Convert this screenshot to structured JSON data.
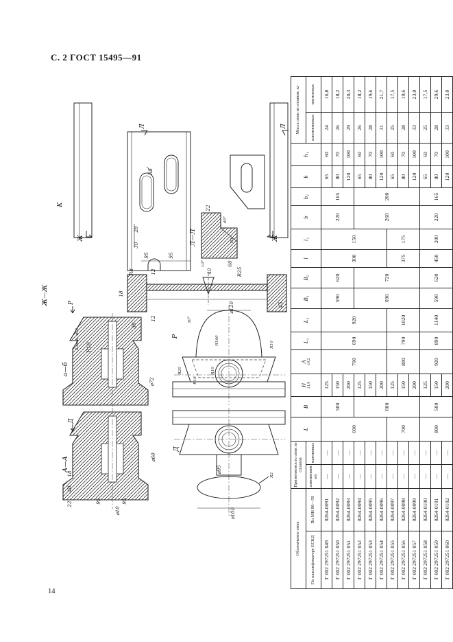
{
  "page": {
    "header": "С. 2 ГОСТ 15495—91",
    "page_number": "14"
  },
  "drawings": {
    "view_labels": {
      "k": "К",
      "zh": "Ж—Ж",
      "ll": "Л—Л",
      "ab": "а—б",
      "aa": "А—А",
      "r": "Р",
      "d": "Д"
    },
    "markers": {
      "zh1": "Ж",
      "zh2": "Ж",
      "l1": "Л",
      "l2": "Л",
      "r": "Р",
      "d": "Д"
    },
    "dims": {
      "k": [
        "R5",
        "95",
        "95",
        "28",
        "30"
      ],
      "zh": [
        "R8",
        "12",
        "40",
        "R25",
        "18",
        "45",
        "12"
      ],
      "ll": [
        "22",
        "45°",
        "R3",
        "60",
        "10°"
      ],
      "ab": [
        "⌀72",
        "R10",
        "36",
        "2 отв. ⌀10"
      ],
      "aa": [
        "22",
        "40",
        "18",
        "95",
        "95",
        "⌀60",
        "⌀10"
      ],
      "r": [
        "⌀120",
        "R160",
        "R10",
        "R20",
        "R18",
        "30°",
        "R10"
      ],
      "d": [
        "⌀95",
        "⌀100",
        "R2"
      ]
    }
  },
  "table": {
    "header": {
      "group1": "Обозначение опок",
      "group1a": "По классификатору ЕСКД",
      "group1b": "По МН 80—59",
      "group2": "Применяемость опок из сплавов",
      "group2a": "алюминиевых",
      "group2b": "магниевых",
      "dims": [
        {
          "l": "L"
        },
        {
          "l": "B"
        },
        {
          "l": "H",
          "t": "±1,0"
        },
        {
          "l": "A",
          "t": "±0,2"
        },
        {
          "l": "L₁"
        },
        {
          "l": "L₂"
        },
        {
          "l": "B₁"
        },
        {
          "l": "B₂"
        },
        {
          "l": "l"
        },
        {
          "l": "l₁"
        },
        {
          "l": "b"
        },
        {
          "l": "b₁"
        },
        {
          "l": "h"
        },
        {
          "l": "h₁"
        }
      ],
      "group3": "Масса опок из сплавов, кг",
      "group3a": "алюминиевых",
      "group3b": "магниевых"
    },
    "col_order": [
      "eskd",
      "mn",
      "app_alum",
      "app_magn",
      "L",
      "B",
      "H",
      "A",
      "L1",
      "L2",
      "B1",
      "B2",
      "l",
      "l1",
      "b",
      "b1",
      "h",
      "h1",
      "mass_alum",
      "mass_magn"
    ],
    "body": {
      "eskd": [
        "Г 002 297251 049",
        "Г 002 297251 050",
        "Г 002 297251 051",
        "Г 002 297251 052",
        "Г 002 297251 053",
        "Г 002 297251 054",
        "Г 002 297251 055",
        "Г 002 297251 056",
        "Г 002 297251 057",
        "Г 002 297251 058",
        "Г 002 297251 059",
        "Г 002 297251 060"
      ],
      "mn": [
        "0264-0091",
        "0264-0092",
        "0264-0093",
        "0264-0094",
        "0264-0095",
        "0264-0096",
        "0264-0097",
        "0264-0098",
        "0264-0099",
        "0264-0100",
        "0264-0101",
        "0264-0102"
      ],
      "app_alum": [
        "—",
        "—",
        "—",
        "—",
        "—",
        "—",
        "—",
        "—",
        "—",
        "—",
        "—",
        "—"
      ],
      "app_magn": [
        "—",
        "—",
        "—",
        "—",
        "—",
        "—",
        "—",
        "—",
        "—",
        "—",
        "—",
        "—"
      ],
      "L": [
        {
          "v": "600",
          "s": 6
        },
        {
          "v": "700",
          "s": 3
        },
        {
          "v": "800",
          "s": 3
        }
      ],
      "B": [
        {
          "v": "500",
          "s": 3
        },
        {
          "v": "600",
          "s": 6
        },
        {
          "v": "500",
          "s": 3
        }
      ],
      "H": [
        "125",
        "150",
        "200",
        "125",
        "150",
        "200",
        "125",
        "150",
        "200",
        "125",
        "150",
        "200"
      ],
      "A": [
        {
          "v": "700",
          "s": 6
        },
        {
          "v": "800",
          "s": 3
        },
        {
          "v": "920",
          "s": 3
        }
      ],
      "L1": [
        {
          "v": "690",
          "s": 6
        },
        {
          "v": "790",
          "s": 3
        },
        {
          "v": "890",
          "s": 3
        }
      ],
      "L2": [
        {
          "v": "920",
          "s": 6
        },
        {
          "v": "1020",
          "s": 3
        },
        {
          "v": "1140",
          "s": 3
        }
      ],
      "B1": [
        {
          "v": "590",
          "s": 3
        },
        {
          "v": "690",
          "s": 6
        },
        {
          "v": "590",
          "s": 3
        }
      ],
      "B2": [
        {
          "v": "620",
          "s": 3
        },
        {
          "v": "720",
          "s": 6
        },
        {
          "v": "620",
          "s": 3
        }
      ],
      "l": [
        {
          "v": "300",
          "s": 6
        },
        {
          "v": "375",
          "s": 3
        },
        {
          "v": "450",
          "s": 3
        }
      ],
      "l1": [
        {
          "v": "150",
          "s": 6
        },
        {
          "v": "175",
          "s": 3
        },
        {
          "v": "200",
          "s": 3
        }
      ],
      "b": [
        {
          "v": "220",
          "s": 3
        },
        {
          "v": "260",
          "s": 6
        },
        {
          "v": "220",
          "s": 3
        }
      ],
      "b1": [
        {
          "v": "165",
          "s": 3
        },
        {
          "v": "200",
          "s": 6
        },
        {
          "v": "165",
          "s": 3
        }
      ],
      "h": [
        "65",
        "80",
        "120",
        "65",
        "80",
        "120",
        "65",
        "80",
        "120",
        "65",
        "80",
        "120"
      ],
      "h1": [
        "60",
        "70",
        "100",
        "60",
        "70",
        "100",
        "60",
        "70",
        "100",
        "60",
        "70",
        "100"
      ],
      "mass_alum": [
        "24",
        "26",
        "29",
        "26",
        "28",
        "31",
        "25",
        "28",
        "33",
        "25",
        "28",
        "33"
      ],
      "mass_magn": [
        "16,8",
        "18,2",
        "20,3",
        "18,2",
        "19,6",
        "21,7",
        "17,5",
        "19,6",
        "23,0",
        "17,5",
        "29,6",
        "23,0"
      ]
    }
  }
}
